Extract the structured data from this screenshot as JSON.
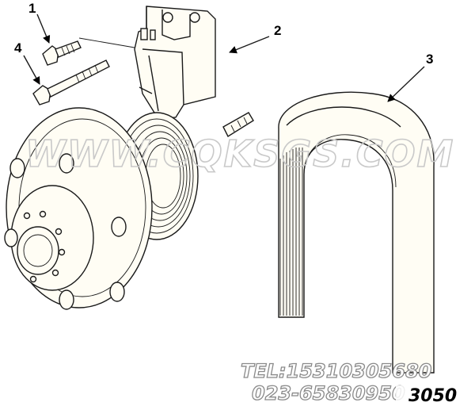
{
  "callouts": [
    "1",
    "2",
    "3",
    "4"
  ],
  "watermark": "WWW.CQKSGS.COM",
  "contact": {
    "tel": "TEL:15310305680",
    "phone": "023-65830950"
  },
  "part_number": "3050"
}
